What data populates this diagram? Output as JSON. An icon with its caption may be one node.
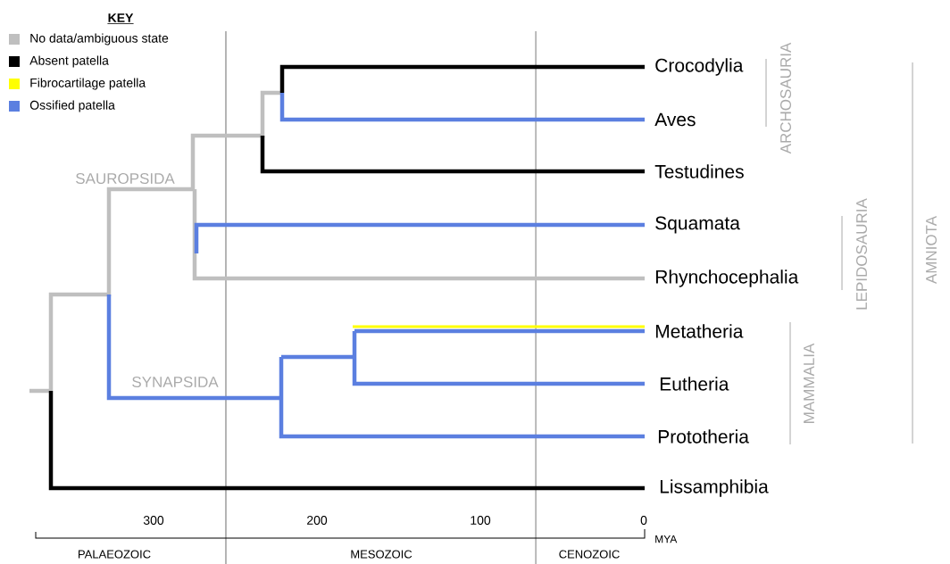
{
  "diagram": {
    "labels": [
      "KEY",
      "Crocodylia",
      "Aves",
      "Testudines",
      "SAUROPSIDA",
      "Squamata",
      "Rhynchocephalia",
      "Metatheria",
      "SYNAPSIDA",
      "Eutheria",
      "Prototheria",
      "Lissamphibia",
      "ARCHOSAURIA",
      "LEPIDOSAURIA",
      "MAMMALIA",
      "AMNIOTA",
      "300",
      "200",
      "100",
      "0",
      "MYA",
      "PALAEOZOIC",
      "MESOZOIC",
      "CENOZOIC"
    ],
    "legend": [
      {
        "text": "No data/ambiguous state",
        "color": "#bfbfbf"
      },
      {
        "text": "Absent patella",
        "color": "#000000"
      },
      {
        "text": "Fibrocartilage patella",
        "color": "#ffff00"
      },
      {
        "text": "Ossified patella",
        "color": "#5b7fe0"
      }
    ]
  }
}
